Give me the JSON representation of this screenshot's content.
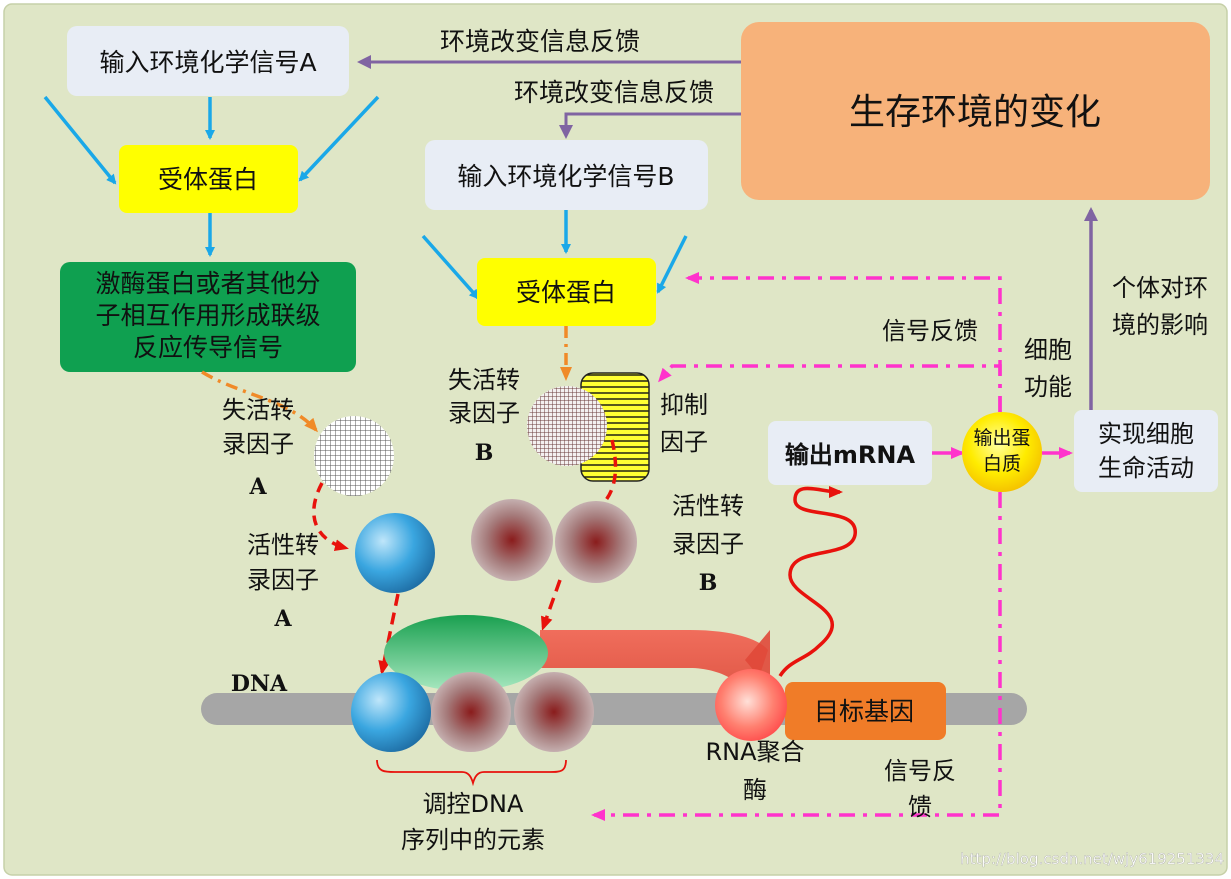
{
  "colors": {
    "background": "#dfe6c6",
    "env_box": "#f7b27a",
    "input_box": "#e8edf5",
    "receptor": "#ffff00",
    "cascade": "#0fa050",
    "blue_arrow": "#1aa8e8",
    "purple_arrow": "#8064a2",
    "magenta": "#ff33cc",
    "red": "#e8120c",
    "orange": "#f08a28",
    "dna": "#a6a6a6",
    "target_gene": "#f07c28",
    "inhibitor": "#ffff33",
    "output_protein": "#ffe800"
  },
  "environment": {
    "title": "生存环境的变化"
  },
  "feedback_labels": {
    "env_to_a": "环境改变信息反馈",
    "env_to_b": "环境改变信息反馈",
    "signal_top": "信号反馈",
    "signal_bottom_line1": "信号反",
    "signal_bottom_line2": "馈"
  },
  "input_a": "输入环境化学信号A",
  "input_b": "输入环境化学信号B",
  "receptor_a": "受体蛋白",
  "receptor_b": "受体蛋白",
  "cascade": {
    "line1": "激酶蛋白或者其他分",
    "line2": "子相互作用形成联级",
    "line3": "反应传导信号"
  },
  "inactive_tf_a": {
    "line1": "失活转",
    "line2": "录因子",
    "line3": "A"
  },
  "active_tf_a": {
    "line1": "活性转",
    "line2": "录因子",
    "line3": "A"
  },
  "inactive_tf_b": {
    "line1": "失活转",
    "line2": "录因子",
    "line3": "B"
  },
  "active_tf_b": {
    "line1": "活性转",
    "line2": "录因子",
    "line3": "B"
  },
  "inhibitor": {
    "line1": "抑制",
    "line2": "因子"
  },
  "output_mrna": "输出mRNA",
  "output_protein": {
    "line1": "输出蛋",
    "line2": "白质"
  },
  "cell_function": {
    "line1": "细胞",
    "line2": "功能"
  },
  "life_activity": {
    "line1": "实现细胞",
    "line2": "生命活动"
  },
  "individual_effect": {
    "line1": "个体对环",
    "line2": "境的影响"
  },
  "dna_label": "DNA",
  "target_gene": "目标基因",
  "rna_polymerase": {
    "line1": "RNA聚合",
    "line2": "酶"
  },
  "regulatory_elements": {
    "line1": "调控DNA",
    "line2": "序列中的元素"
  },
  "watermark": "http://blog.csdn.net/wjy619251334"
}
